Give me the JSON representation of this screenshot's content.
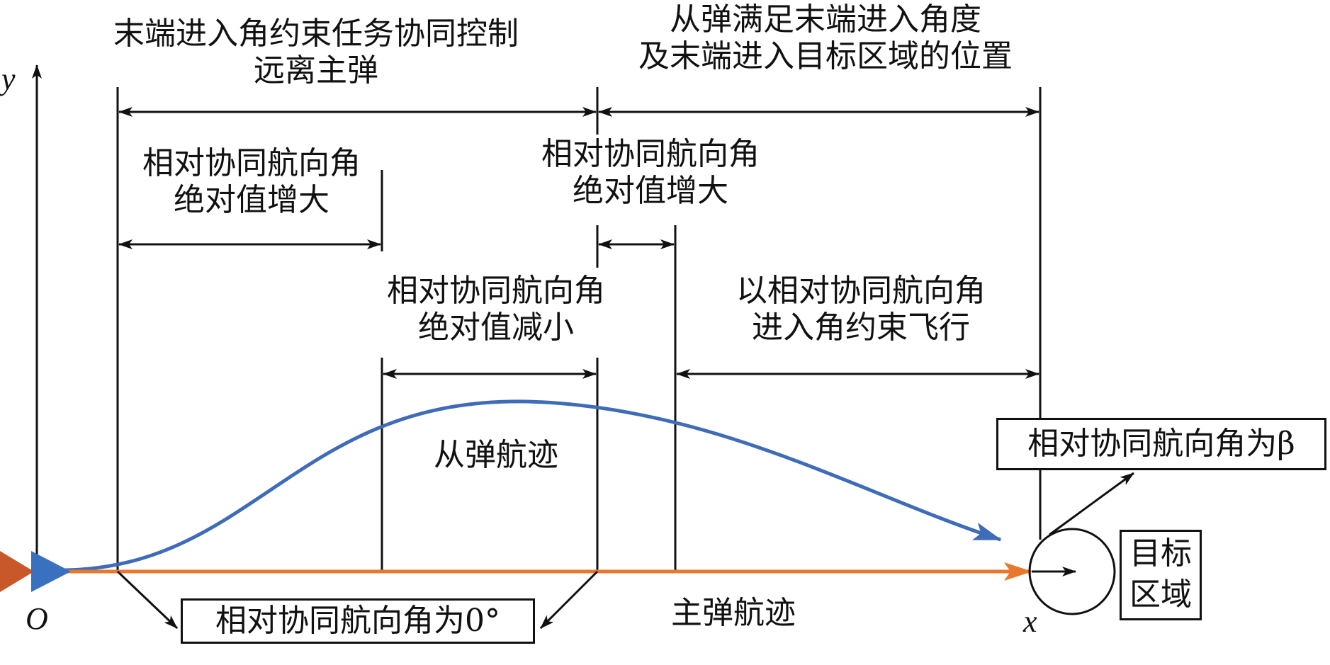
{
  "colors": {
    "ink": "#111111",
    "follower_path": "#3f6cb8",
    "leader_path": "#e7782d",
    "leader_marker": "#c8582a",
    "follower_marker": "#3a70c0"
  },
  "axes": {
    "y_label": "y",
    "x_label": "x",
    "origin_label": "O"
  },
  "phases": {
    "overall_left": {
      "line1": "末端进入角约束任务协同控制",
      "line2": "远离主弹"
    },
    "overall_right": {
      "line1": "从弹满足末端进入角度",
      "line2": "及末端进入目标区域的位置"
    },
    "phase1": {
      "line1": "相对协同航向角",
      "line2": "绝对值增大"
    },
    "phase3": {
      "line1": "相对协同航向角",
      "line2": "绝对值增大"
    },
    "phase2": {
      "line1": "相对协同航向角",
      "line2": "绝对值减小"
    },
    "phase4": {
      "line1": "以相对协同航向角",
      "line2": "进入角约束飞行"
    }
  },
  "paths": {
    "follower_label": "从弹航迹",
    "leader_label": "主弹航迹"
  },
  "boxes": {
    "zero_angle": "相对协同航向角为0°",
    "beta_angle": "相对协同航向角为β",
    "target_line1": "目标",
    "target_line2": "区域"
  }
}
